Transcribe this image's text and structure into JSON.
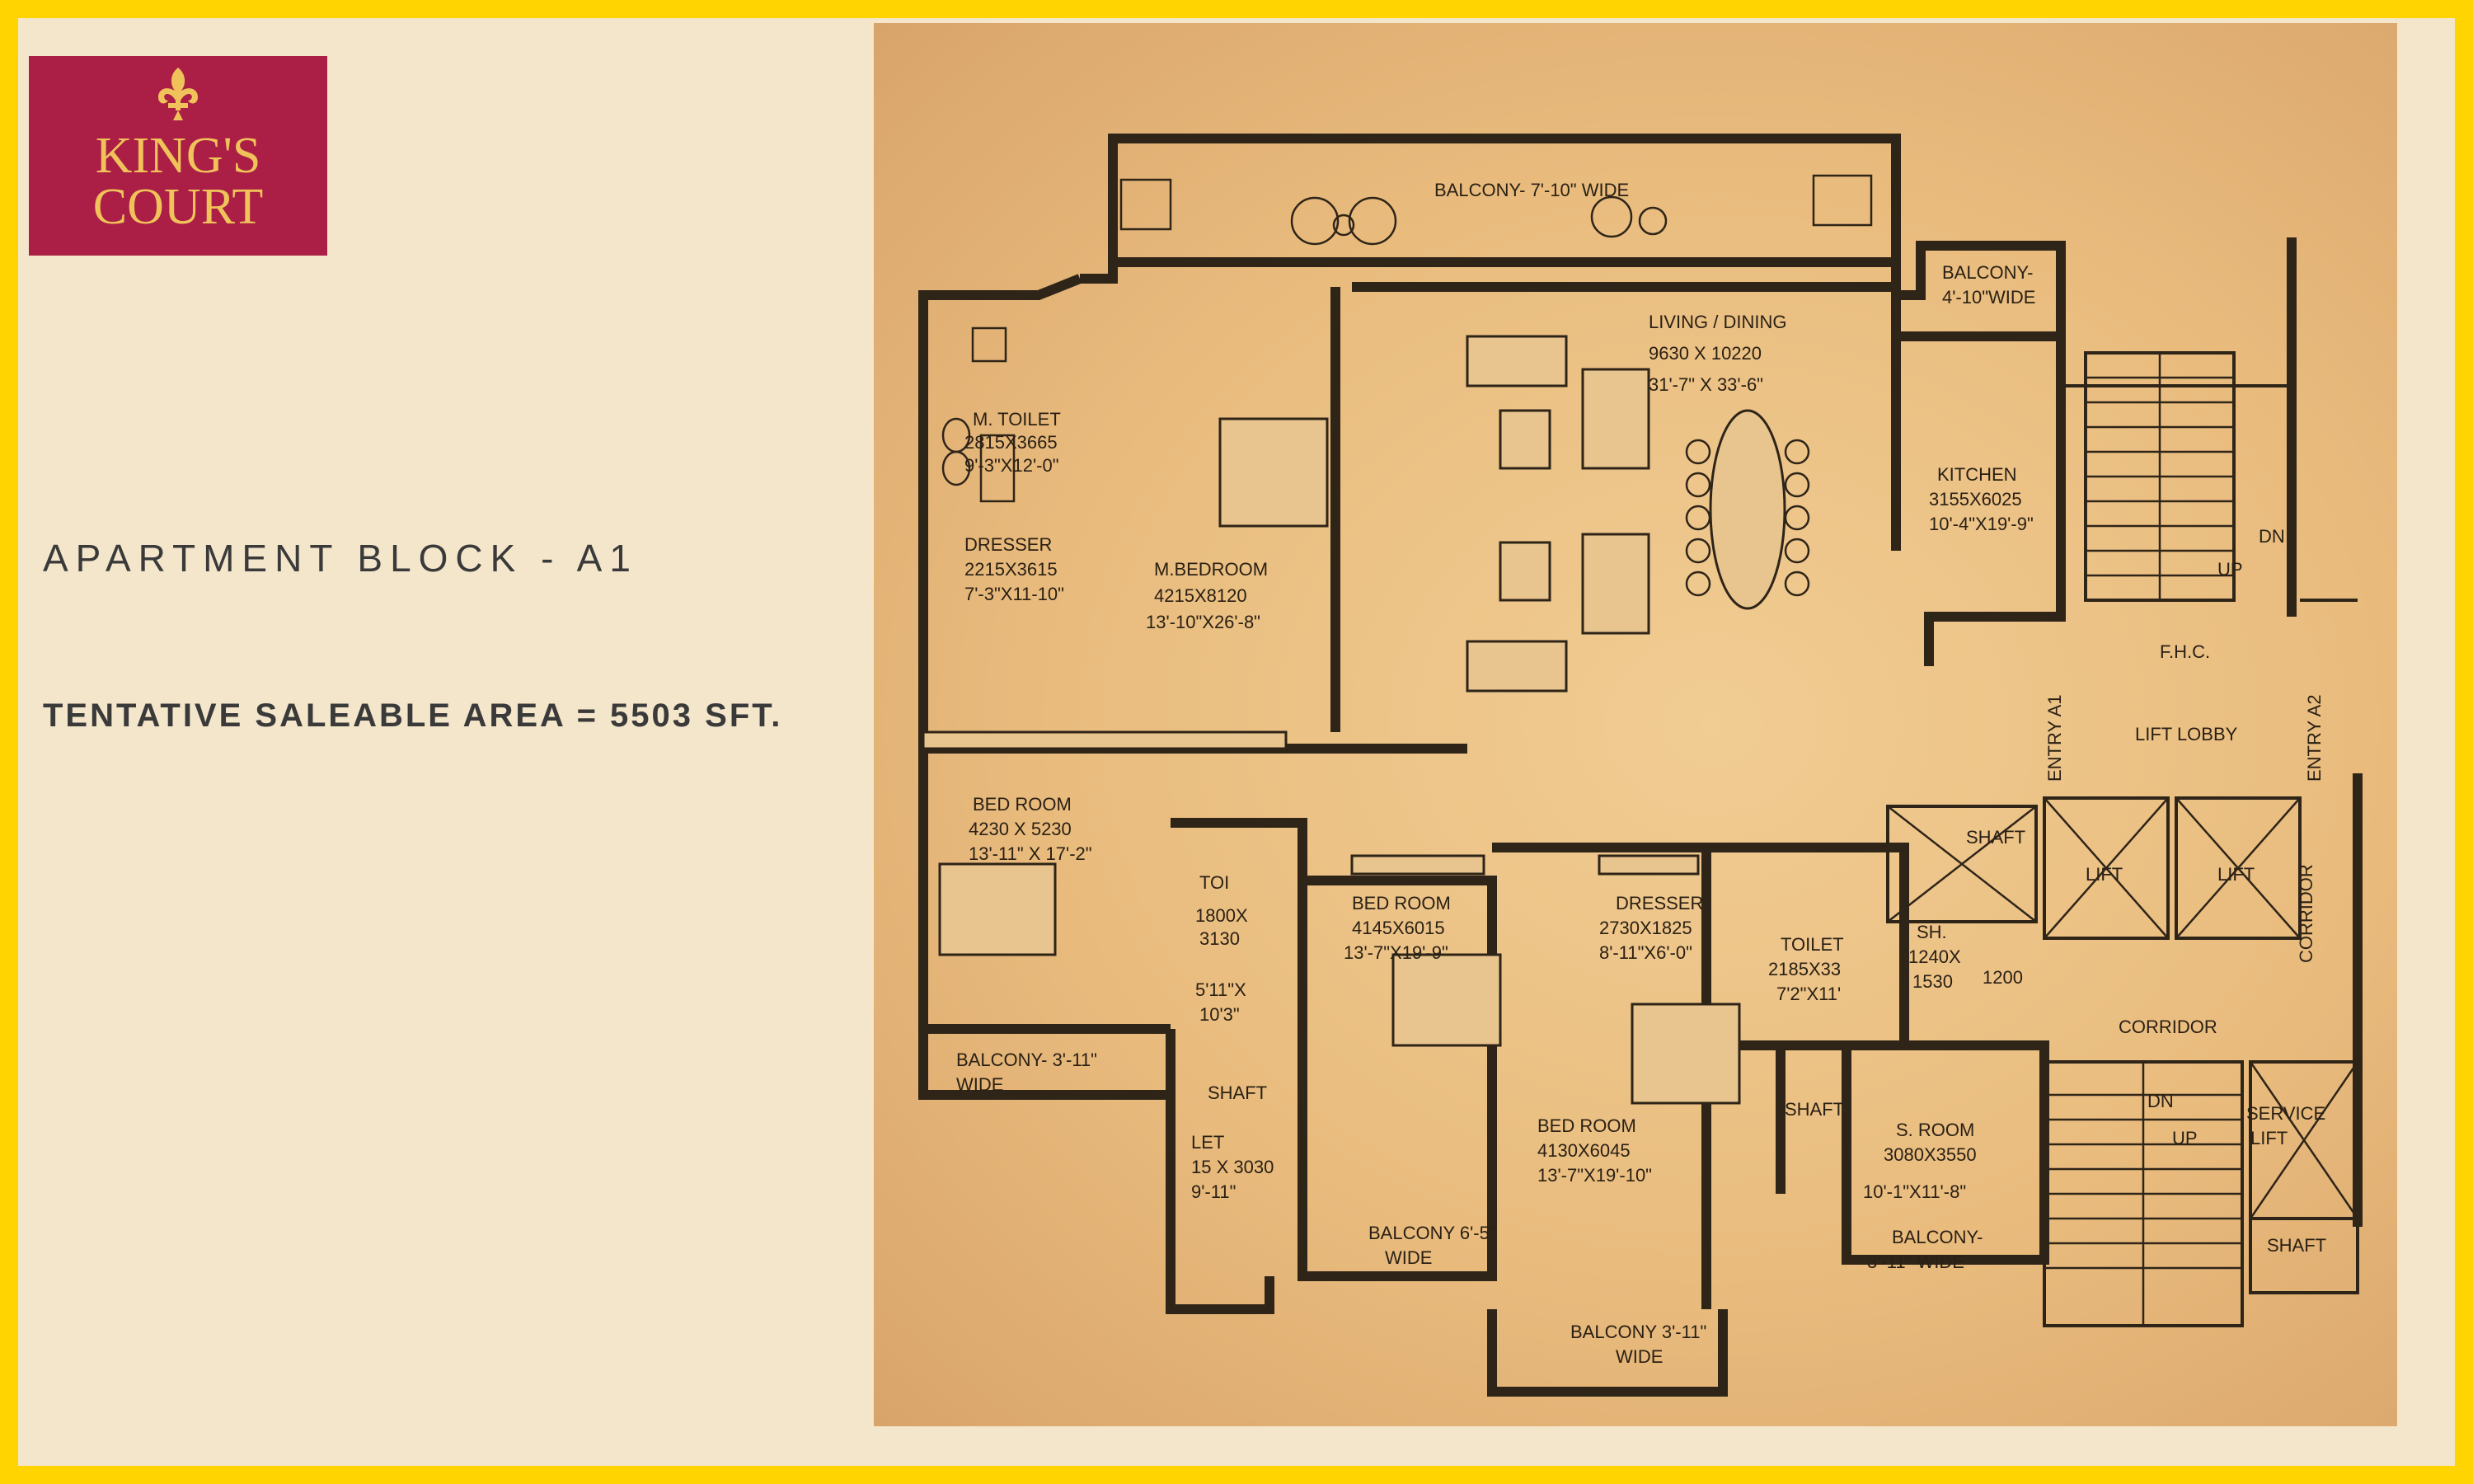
{
  "logo": {
    "line1": "KING'S",
    "line2": "COURT"
  },
  "title": "APARTMENT BLOCK - A1",
  "area": "TENTATIVE SALEABLE AREA = 5503 SFT.",
  "colors": {
    "border": "#ffd400",
    "background": "#f4e6cb",
    "logo_bg": "#ab1e45",
    "logo_text": "#f0c35a",
    "plan_bg": "#e9bc7e"
  },
  "plan": {
    "balcony_top": "BALCONY- 7'-10\" WIDE",
    "living": [
      "LIVING / DINING",
      "9630 X 10220",
      "31'-7\" X 33'-6\""
    ],
    "balcony_kitchen": [
      "BALCONY-",
      "4'-10\"WIDE"
    ],
    "kitchen": [
      "KITCHEN",
      "3155X6025",
      "10'-4\"X19'-9\""
    ],
    "m_toilet": [
      "M. TOILET",
      "2815X3665",
      "9'-3\"X12'-0\""
    ],
    "dresser1": [
      "DRESSER",
      "2215X3615",
      "7'-3\"X11-10\""
    ],
    "m_bedroom": [
      "M.BEDROOM",
      "4215X8120",
      "13'-10\"X26'-8\""
    ],
    "dn1": "DN",
    "up1": "UP",
    "fhc": "F.H.C.",
    "lift_lobby": "LIFT LOBBY",
    "entry_a1": "ENTRY A1",
    "entry_a2": "ENTRY A2",
    "bedroom1": [
      "BED ROOM",
      "4230 X 5230",
      "13'-11\" X 17'-2\""
    ],
    "toilet1": [
      "TOI",
      "1800X",
      "3130",
      "5'11\"X",
      "10'3\""
    ],
    "bedroom2": [
      "BED ROOM",
      "4145X6015",
      "13'-7\"X19'-9\""
    ],
    "dresser2": [
      "DRESSER",
      "2730X1825",
      "8'-11\"X6'-0\""
    ],
    "toilet2": [
      "TOILET",
      "2185X33",
      "7'2\"X11'"
    ],
    "shaft1": "SHAFT",
    "sh": [
      "SH.",
      "1240X",
      "1530"
    ],
    "num_1200": "1200",
    "lift1": "LIFT",
    "lift2": "LIFT",
    "corridor_v": "CORRIDOR",
    "corridor_h": "CORRIDOR",
    "balcony_bed1": [
      "BALCONY- 3'-11\"",
      "WIDE"
    ],
    "shaft2": "SHAFT",
    "toilet3": [
      "LET",
      "15 X 3030",
      "9'-11\""
    ],
    "balcony_mid": [
      "BALCONY 6'-5\"",
      "WIDE"
    ],
    "bedroom3": [
      "BED ROOM",
      "4130X6045",
      "13'-7\"X19'-10\""
    ],
    "shaft3": "SHAFT",
    "s_room": [
      "S. ROOM",
      "3080X3550",
      "10'-1\"X11'-8\""
    ],
    "balcony_sroom": [
      "BALCONY-",
      "3'-11\" WIDE"
    ],
    "dn2": "DN",
    "up2": "UP",
    "service_lift": [
      "SERVICE",
      "LIFT"
    ],
    "shaft4": "SHAFT",
    "balcony_bottom": [
      "BALCONY 3'-11\"",
      "WIDE"
    ]
  }
}
